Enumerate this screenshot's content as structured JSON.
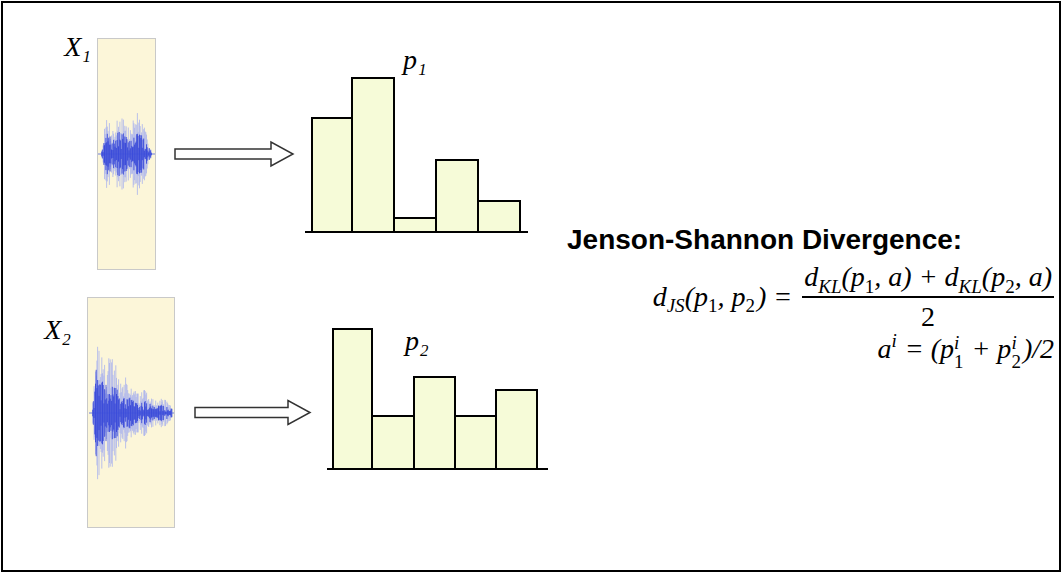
{
  "diagram": {
    "nodes": [
      {
        "text": [
          "X₁"
        ]
      },
      {
        "text": [
          "p₁"
        ]
      },
      {
        "text": [
          "X₂"
        ]
      },
      {
        "text": [
          "p₂"
        ]
      }
    ],
    "edges": [
      {
        "from": 0,
        "to": 1,
        "arrow": "to"
      },
      {
        "from": 2,
        "to": 3,
        "arrow": "to"
      }
    ],
    "labels": [
      "Jenson-Shannon Divergence:",
      "d",
      "JS",
      "(p",
      "1",
      ", p",
      "2",
      ") =",
      "d",
      "KL",
      "(p",
      "1",
      ", a) + d",
      "KL",
      "(p",
      "2",
      ", a)",
      "2",
      "a",
      "i",
      "= (p",
      "i",
      "1",
      "+ p",
      "i",
      "2",
      ")/2"
    ]
  }
}
